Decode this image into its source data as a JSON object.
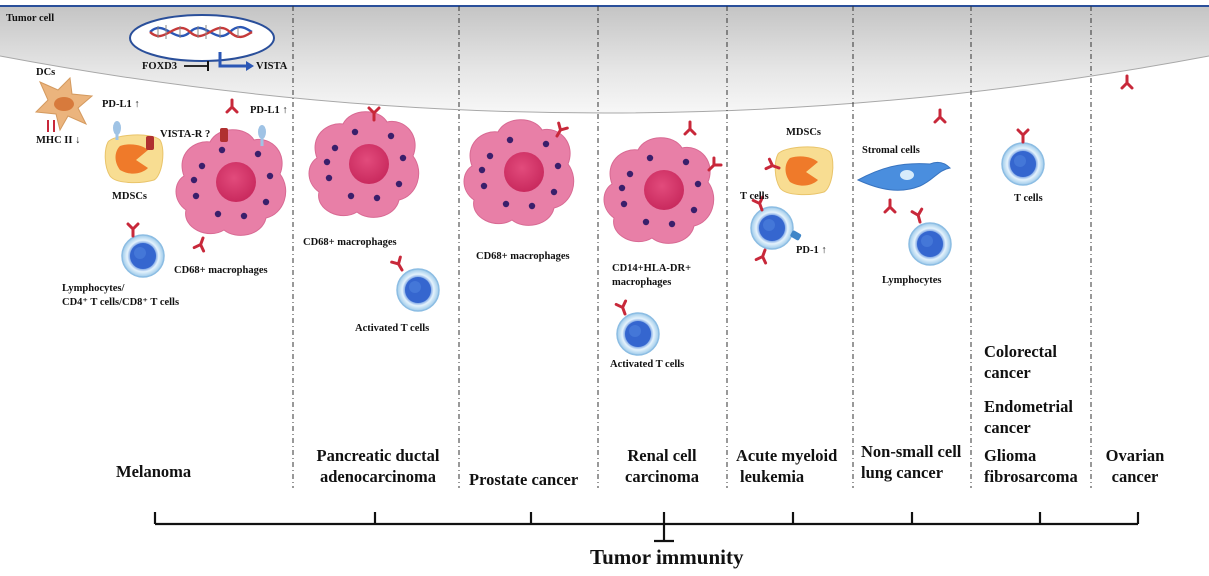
{
  "top": {
    "tumor_cell_label": "Tumor cell",
    "foxd3_label": "FOXD3",
    "vista_label": "VISTA"
  },
  "melanoma": {
    "dcs": "DCs",
    "mhc": "MHC II ↓",
    "pdl1_left": "PD-L1 ↑",
    "mdscs": "MDSCs",
    "vista_r": "VISTA-R ?",
    "pdl1_right": "PD-L1 ↑",
    "lymph_line1": "Lymphocytes/",
    "lymph_line2": "CD4⁺ T cells/CD8⁺ T cells",
    "cd68": "CD68+ macrophages"
  },
  "pancreatic": {
    "cd68": "CD68+ macrophages",
    "activated": "Activated T cells"
  },
  "prostate": {
    "cd68": "CD68+ macrophages"
  },
  "renal": {
    "cd14_line1": "CD14+HLA-DR+",
    "cd14_line2": "macrophages",
    "activated": "Activated T cells"
  },
  "aml": {
    "mdscs": "MDSCs",
    "tcells": "T cells",
    "pd1": "PD-1 ↑"
  },
  "nsclc": {
    "stromal": "Stromal cells",
    "lymph": "Lymphocytes"
  },
  "crc": {
    "tcells": "T cells"
  },
  "cancers": {
    "melanoma": "Melanoma",
    "pancreatic_1": "Pancreatic ductal",
    "pancreatic_2": "adenocarcinoma",
    "prostate": "Prostate cancer",
    "renal_1": "Renal cell",
    "renal_2": "carcinoma",
    "aml_1": "Acute myeloid",
    "aml_2": "leukemia",
    "nsclc_1": "Non-small cell",
    "nsclc_2": "lung cancer",
    "colorectal_1": "Colorectal",
    "colorectal_2": "cancer",
    "endometrial_1": "Endometrial",
    "endometrial_2": "cancer",
    "glioma_1": "Glioma",
    "glioma_2": "fibrosarcoma",
    "ovarian_1": "Ovarian",
    "ovarian_2": "cancer"
  },
  "axis": {
    "label": "Tumor immunity"
  },
  "colors": {
    "membrane_top": "#c9c9c9",
    "membrane_bottom": "#f4f4f4",
    "membrane_border": "#2a4f9a",
    "macrophage": "#e77fa6",
    "macrophage_nucleus": "#d6366a",
    "macrophage_dot": "#3a1f6b",
    "receptor": "#c8283a",
    "tcell_outer": "#dbeefb",
    "tcell_inner": "#3e6fd1",
    "mdsc": "#f7d98a",
    "mdsc_nucleus": "#ee7a2b",
    "dc": "#eab37b",
    "stromal": "#4a8ede",
    "pdl1": "#9fc3e5"
  }
}
